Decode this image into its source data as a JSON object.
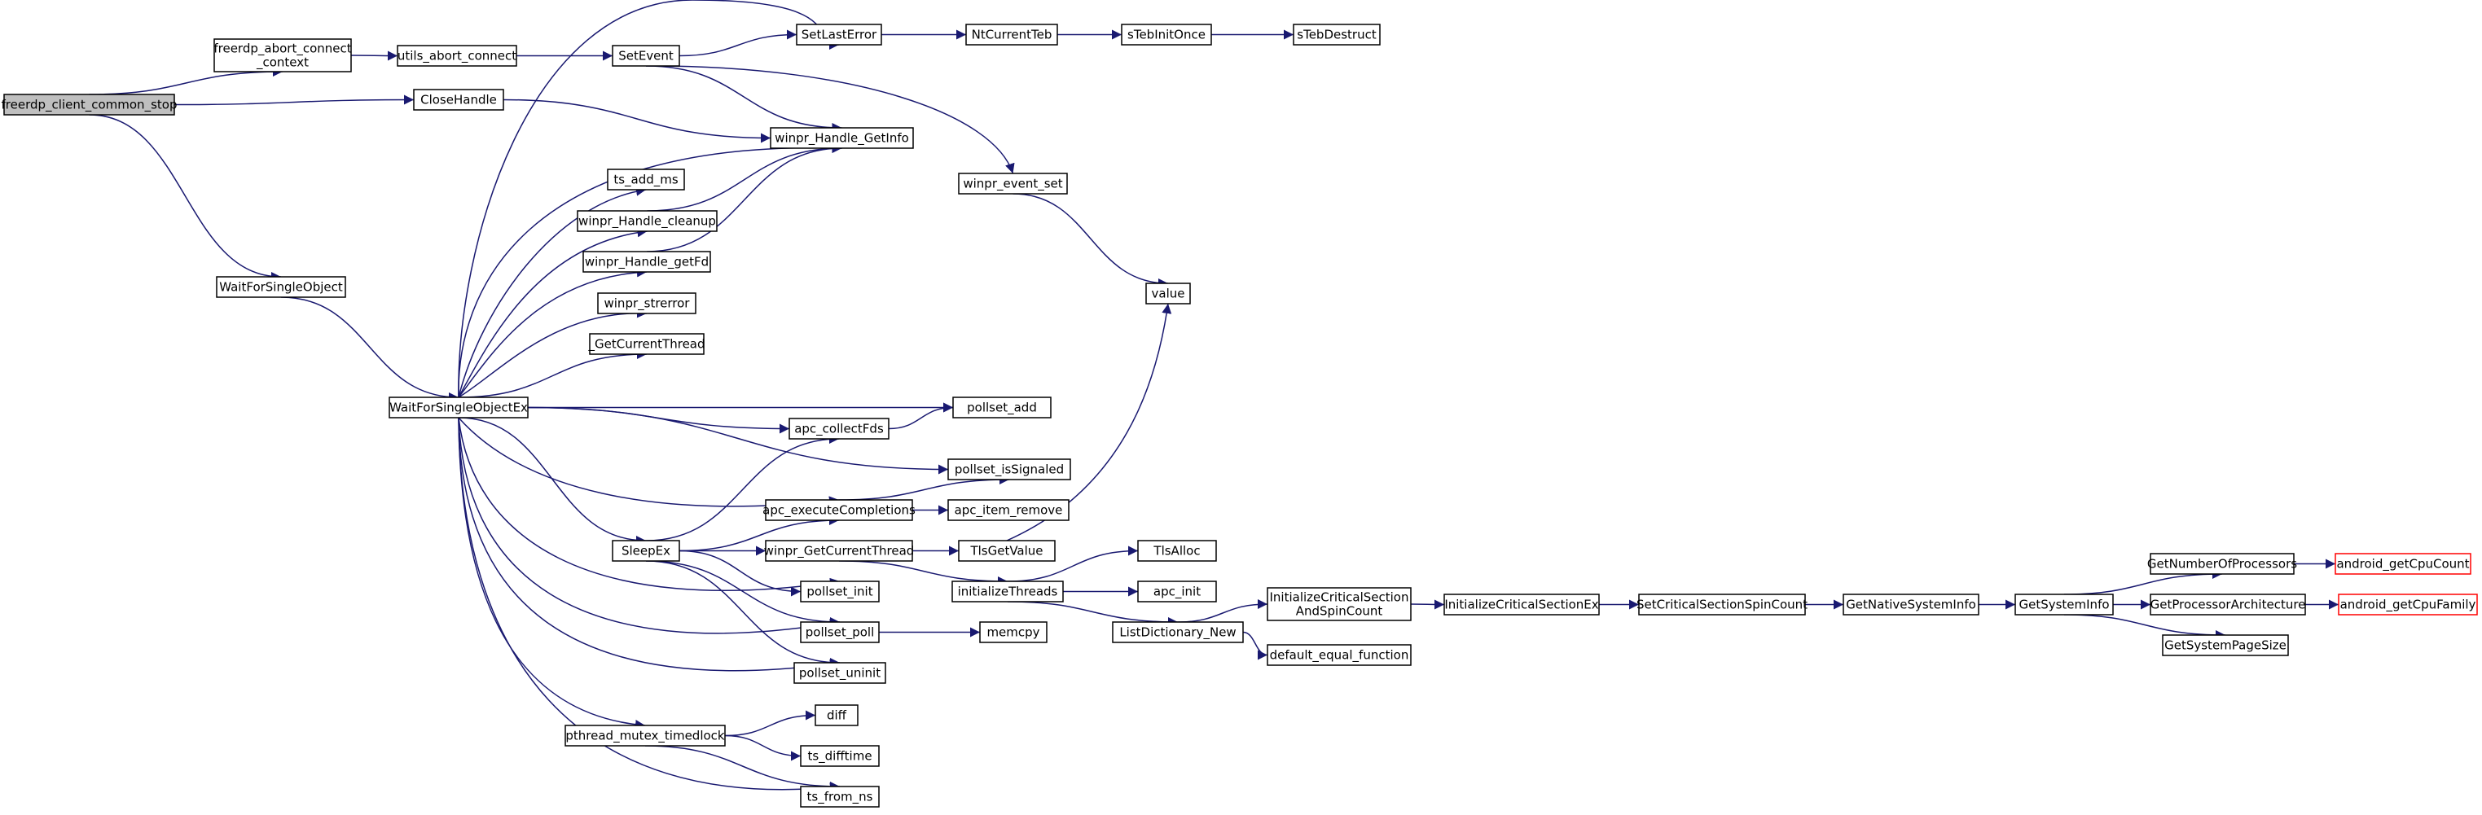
{
  "nodes": [
    {
      "id": "n_root",
      "label": "freerdp_client_common_stop",
      "style": "root"
    },
    {
      "id": "n_abort",
      "lines": [
        "freerdp_abort_connect",
        "_context"
      ]
    },
    {
      "id": "n_utils",
      "label": "utils_abort_connect"
    },
    {
      "id": "n_setevent",
      "label": "SetEvent"
    },
    {
      "id": "n_setlasterr",
      "label": "SetLastError"
    },
    {
      "id": "n_ntteb",
      "label": "NtCurrentTeb"
    },
    {
      "id": "n_stebinit",
      "label": "sTebInitOnce"
    },
    {
      "id": "n_stebdes",
      "label": "sTebDestruct"
    },
    {
      "id": "n_close",
      "label": "CloseHandle"
    },
    {
      "id": "n_getinfo",
      "label": "winpr_Handle_GetInfo"
    },
    {
      "id": "n_evset",
      "label": "winpr_event_set"
    },
    {
      "id": "n_value",
      "label": "value"
    },
    {
      "id": "n_tsadd",
      "label": "ts_add_ms"
    },
    {
      "id": "n_cleanup",
      "label": "winpr_Handle_cleanup"
    },
    {
      "id": "n_getfd",
      "label": "winpr_Handle_getFd"
    },
    {
      "id": "n_strerr",
      "label": "winpr_strerror"
    },
    {
      "id": "n_getcur",
      "label": "_GetCurrentThread"
    },
    {
      "id": "n_wfso",
      "label": "WaitForSingleObject"
    },
    {
      "id": "n_wfsoex",
      "label": "WaitForSingleObjectEx"
    },
    {
      "id": "n_padd",
      "label": "pollset_add"
    },
    {
      "id": "n_apccol",
      "label": "apc_collectFds"
    },
    {
      "id": "n_psig",
      "label": "pollset_isSignaled"
    },
    {
      "id": "n_apcexec",
      "label": "apc_executeCompletions"
    },
    {
      "id": "n_apcrm",
      "label": "apc_item_remove"
    },
    {
      "id": "n_sleep",
      "label": "SleepEx"
    },
    {
      "id": "n_wgct",
      "label": "winpr_GetCurrentThread"
    },
    {
      "id": "n_tlsget",
      "label": "TlsGetValue"
    },
    {
      "id": "n_tlsalloc",
      "label": "TlsAlloc"
    },
    {
      "id": "n_initthr",
      "label": "initializeThreads"
    },
    {
      "id": "n_apcinit",
      "label": "apc_init"
    },
    {
      "id": "n_pinit",
      "label": "pollset_init"
    },
    {
      "id": "n_ppoll",
      "label": "pollset_poll"
    },
    {
      "id": "n_memcpy",
      "label": "memcpy"
    },
    {
      "id": "n_listnew",
      "label": "ListDictionary_New"
    },
    {
      "id": "n_puninit",
      "label": "pollset_uninit"
    },
    {
      "id": "n_defeq",
      "label": "default_equal_function"
    },
    {
      "id": "n_ics_spin",
      "lines": [
        "InitializeCriticalSection",
        "AndSpinCount"
      ]
    },
    {
      "id": "n_icsex",
      "label": "InitializeCriticalSectionEx"
    },
    {
      "id": "n_setspin",
      "label": "SetCriticalSectionSpinCount"
    },
    {
      "id": "n_getnative",
      "label": "GetNativeSystemInfo"
    },
    {
      "id": "n_getsys",
      "label": "GetSystemInfo"
    },
    {
      "id": "n_numproc",
      "label": "GetNumberOfProcessors"
    },
    {
      "id": "n_cpucount",
      "label": "android_getCpuCount",
      "style": "ext"
    },
    {
      "id": "n_procarch",
      "label": "GetProcessorArchitecture"
    },
    {
      "id": "n_cpufam",
      "label": "android_getCpuFamily",
      "style": "ext"
    },
    {
      "id": "n_pagesize",
      "label": "GetSystemPageSize"
    },
    {
      "id": "n_mutex",
      "label": "pthread_mutex_timedlock"
    },
    {
      "id": "n_diff",
      "label": "diff"
    },
    {
      "id": "n_tsdiff",
      "label": "ts_difftime"
    },
    {
      "id": "n_tsfrom",
      "label": "ts_from_ns"
    }
  ],
  "edges": [
    [
      "n_root",
      "n_abort"
    ],
    [
      "n_root",
      "n_close"
    ],
    [
      "n_root",
      "n_wfso"
    ],
    [
      "n_abort",
      "n_utils"
    ],
    [
      "n_utils",
      "n_setevent"
    ],
    [
      "n_setevent",
      "n_setlasterr"
    ],
    [
      "n_setevent",
      "n_getinfo"
    ],
    [
      "n_setevent",
      "n_evset"
    ],
    [
      "n_setlasterr",
      "n_ntteb"
    ],
    [
      "n_ntteb",
      "n_stebinit"
    ],
    [
      "n_stebinit",
      "n_stebdes"
    ],
    [
      "n_close",
      "n_getinfo"
    ],
    [
      "n_evset",
      "n_value"
    ],
    [
      "n_wfso",
      "n_wfsoex"
    ],
    [
      "n_wfsoex",
      "n_setlasterr"
    ],
    [
      "n_wfsoex",
      "n_getinfo"
    ],
    [
      "n_wfsoex",
      "n_tsadd"
    ],
    [
      "n_wfsoex",
      "n_cleanup"
    ],
    [
      "n_wfsoex",
      "n_getfd"
    ],
    [
      "n_wfsoex",
      "n_strerr"
    ],
    [
      "n_wfsoex",
      "n_getcur"
    ],
    [
      "n_wfsoex",
      "n_padd"
    ],
    [
      "n_wfsoex",
      "n_apccol"
    ],
    [
      "n_wfsoex",
      "n_psig"
    ],
    [
      "n_wfsoex",
      "n_apcexec"
    ],
    [
      "n_wfsoex",
      "n_sleep"
    ],
    [
      "n_wfsoex",
      "n_pinit"
    ],
    [
      "n_wfsoex",
      "n_ppoll"
    ],
    [
      "n_wfsoex",
      "n_puninit"
    ],
    [
      "n_wfsoex",
      "n_mutex"
    ],
    [
      "n_wfsoex",
      "n_tsfrom"
    ],
    [
      "n_cleanup",
      "n_getinfo"
    ],
    [
      "n_getfd",
      "n_getinfo"
    ],
    [
      "n_apccol",
      "n_padd"
    ],
    [
      "n_apcexec",
      "n_psig"
    ],
    [
      "n_apcexec",
      "n_apcrm"
    ],
    [
      "n_sleep",
      "n_apccol"
    ],
    [
      "n_sleep",
      "n_apcexec"
    ],
    [
      "n_sleep",
      "n_wgct"
    ],
    [
      "n_sleep",
      "n_pinit"
    ],
    [
      "n_sleep",
      "n_ppoll"
    ],
    [
      "n_sleep",
      "n_puninit"
    ],
    [
      "n_wgct",
      "n_tlsget"
    ],
    [
      "n_wgct",
      "n_initthr"
    ],
    [
      "n_tlsget",
      "n_value"
    ],
    [
      "n_initthr",
      "n_tlsalloc"
    ],
    [
      "n_initthr",
      "n_apcinit"
    ],
    [
      "n_initthr",
      "n_listnew"
    ],
    [
      "n_ppoll",
      "n_memcpy"
    ],
    [
      "n_listnew",
      "n_ics_spin"
    ],
    [
      "n_listnew",
      "n_defeq"
    ],
    [
      "n_ics_spin",
      "n_icsex"
    ],
    [
      "n_icsex",
      "n_setspin"
    ],
    [
      "n_setspin",
      "n_getnative"
    ],
    [
      "n_getnative",
      "n_getsys"
    ],
    [
      "n_getsys",
      "n_numproc"
    ],
    [
      "n_getsys",
      "n_procarch"
    ],
    [
      "n_getsys",
      "n_pagesize"
    ],
    [
      "n_numproc",
      "n_cpucount"
    ],
    [
      "n_procarch",
      "n_cpufam"
    ],
    [
      "n_mutex",
      "n_diff"
    ],
    [
      "n_mutex",
      "n_tsdiff"
    ],
    [
      "n_mutex",
      "n_tsfrom"
    ]
  ]
}
